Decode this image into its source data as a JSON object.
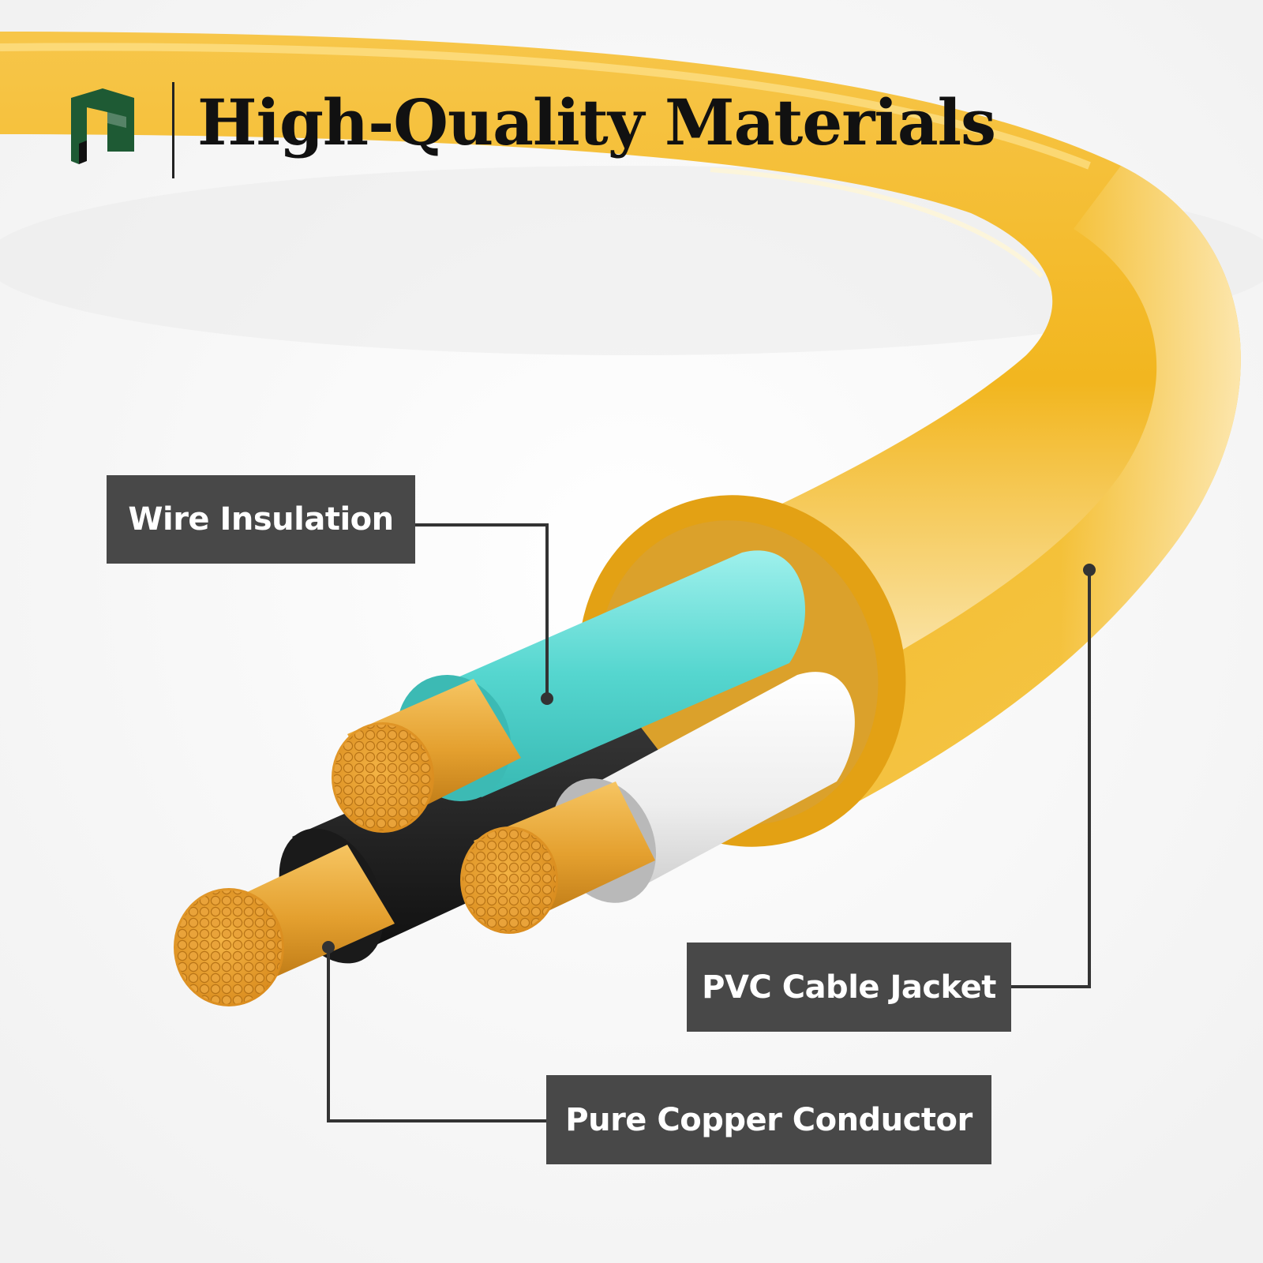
{
  "header": {
    "title": "High-Quality Materials",
    "logo_icon": "brand-logo-icon"
  },
  "callouts": [
    {
      "id": "insulation",
      "label": "Wire Insulation"
    },
    {
      "id": "jacket",
      "label": "PVC Cable Jacket"
    },
    {
      "id": "copper",
      "label": "Pure Copper Conductor"
    }
  ],
  "colors": {
    "jacket": "#f0b41c",
    "insulation_teal": "#5fd8d2",
    "insulation_white": "#f2f2f2",
    "copper": "#e6a22c",
    "label_bg": "#484848",
    "logo_green": "#1e5a34"
  }
}
